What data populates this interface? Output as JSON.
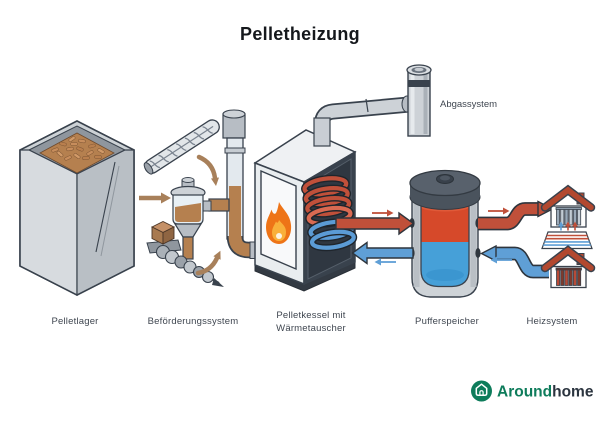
{
  "title": "Pelletheizung",
  "labels": {
    "pelletlager": "Pelletlager",
    "befoerderungssystem": "Beförderungssystem",
    "pelletkessel_line1": "Pelletkessel mit",
    "pelletkessel_line2": "Wärmetauscher",
    "abgassystem": "Abgassystem",
    "pufferspeicher": "Pufferspeicher",
    "heizsystem": "Heizsystem"
  },
  "logo": {
    "primary": "Around",
    "secondary": "home"
  },
  "colors": {
    "hot_water_red": "#c0503a",
    "cold_water_blue": "#5f9fd6",
    "pellet_brown": "#b5804f",
    "flow_arrow_brown": "#a8805a",
    "flame_orange": "#ee7417",
    "metal_light": "#cdd2d7",
    "metal_dark": "#4a535d",
    "outline_dark": "#39424d",
    "brand_green": "#0e7c5b",
    "label_text": "#3f4650"
  }
}
